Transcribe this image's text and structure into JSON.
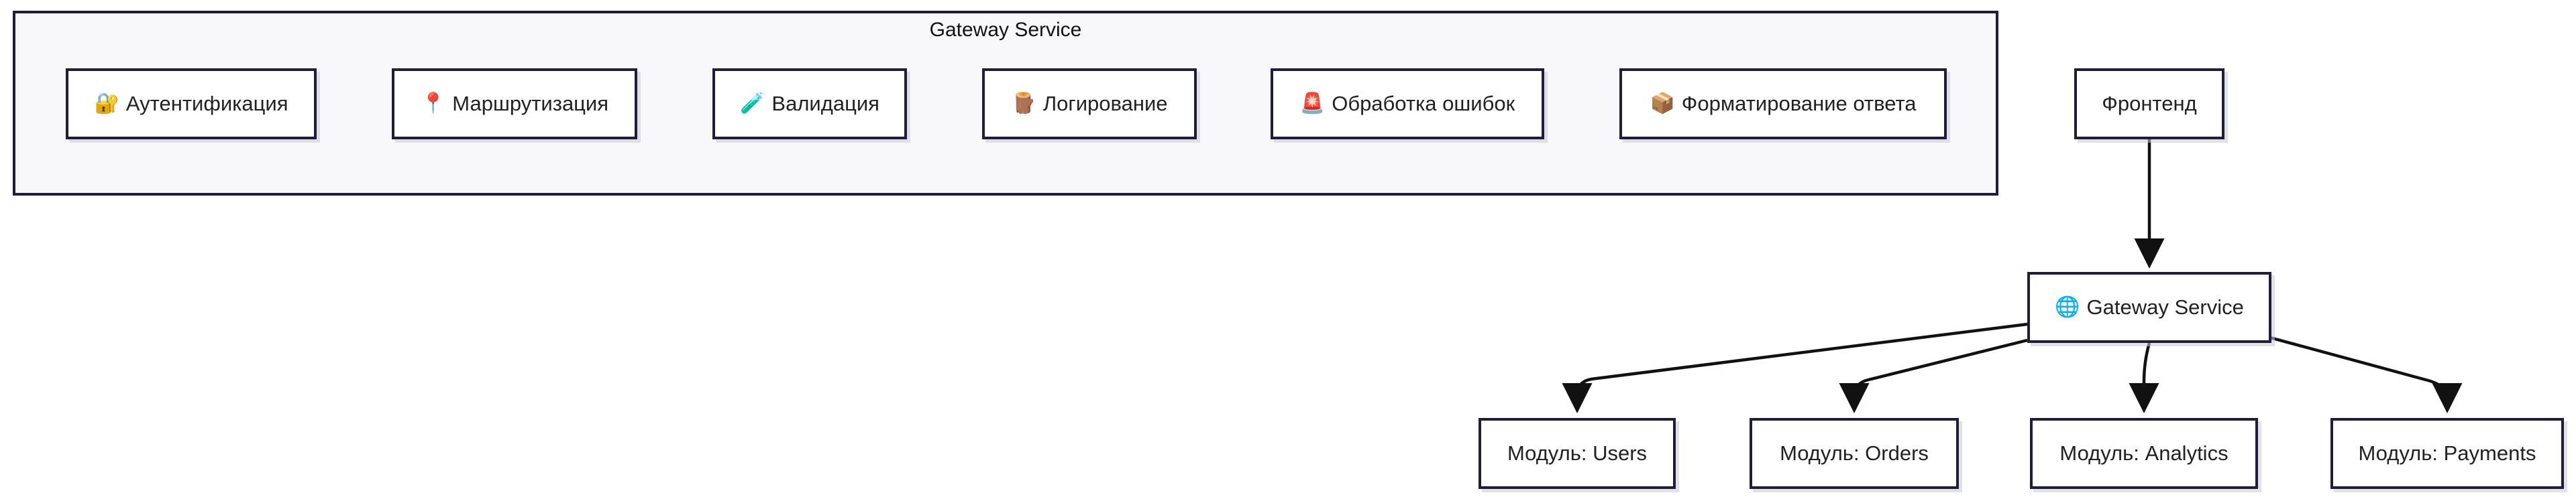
{
  "cluster": {
    "title": "Gateway Service"
  },
  "cluster_nodes": [
    {
      "id": "auth",
      "emoji": "🔐",
      "label": "Аутентификация"
    },
    {
      "id": "routing",
      "emoji": "📍",
      "label": "Маршрутизация"
    },
    {
      "id": "validation",
      "emoji": "🧪",
      "label": "Валидация"
    },
    {
      "id": "logging",
      "emoji": "🪵",
      "label": "Логирование"
    },
    {
      "id": "errors",
      "emoji": "🚨",
      "label": "Обработка ошибок"
    },
    {
      "id": "formatting",
      "emoji": "📦",
      "label": "Форматирование ответа"
    }
  ],
  "flow": {
    "frontend": {
      "label": "Фронтенд"
    },
    "gateway": {
      "emoji": "🌐",
      "label": "Gateway Service"
    },
    "modules": [
      {
        "id": "users",
        "label": "Модуль: Users"
      },
      {
        "id": "orders",
        "label": "Модуль: Orders"
      },
      {
        "id": "analytics",
        "label": "Модуль: Analytics"
      },
      {
        "id": "payments",
        "label": "Модуль: Payments"
      }
    ]
  },
  "edges": [
    {
      "from": "frontend",
      "to": "gateway"
    },
    {
      "from": "gateway",
      "to": "users"
    },
    {
      "from": "gateway",
      "to": "orders"
    },
    {
      "from": "gateway",
      "to": "analytics"
    },
    {
      "from": "gateway",
      "to": "payments"
    }
  ],
  "colors": {
    "node_border": "#1f1d3a",
    "node_fill": "#ffffff",
    "cluster_fill": "#f8f8fb",
    "edge": "#111111"
  }
}
